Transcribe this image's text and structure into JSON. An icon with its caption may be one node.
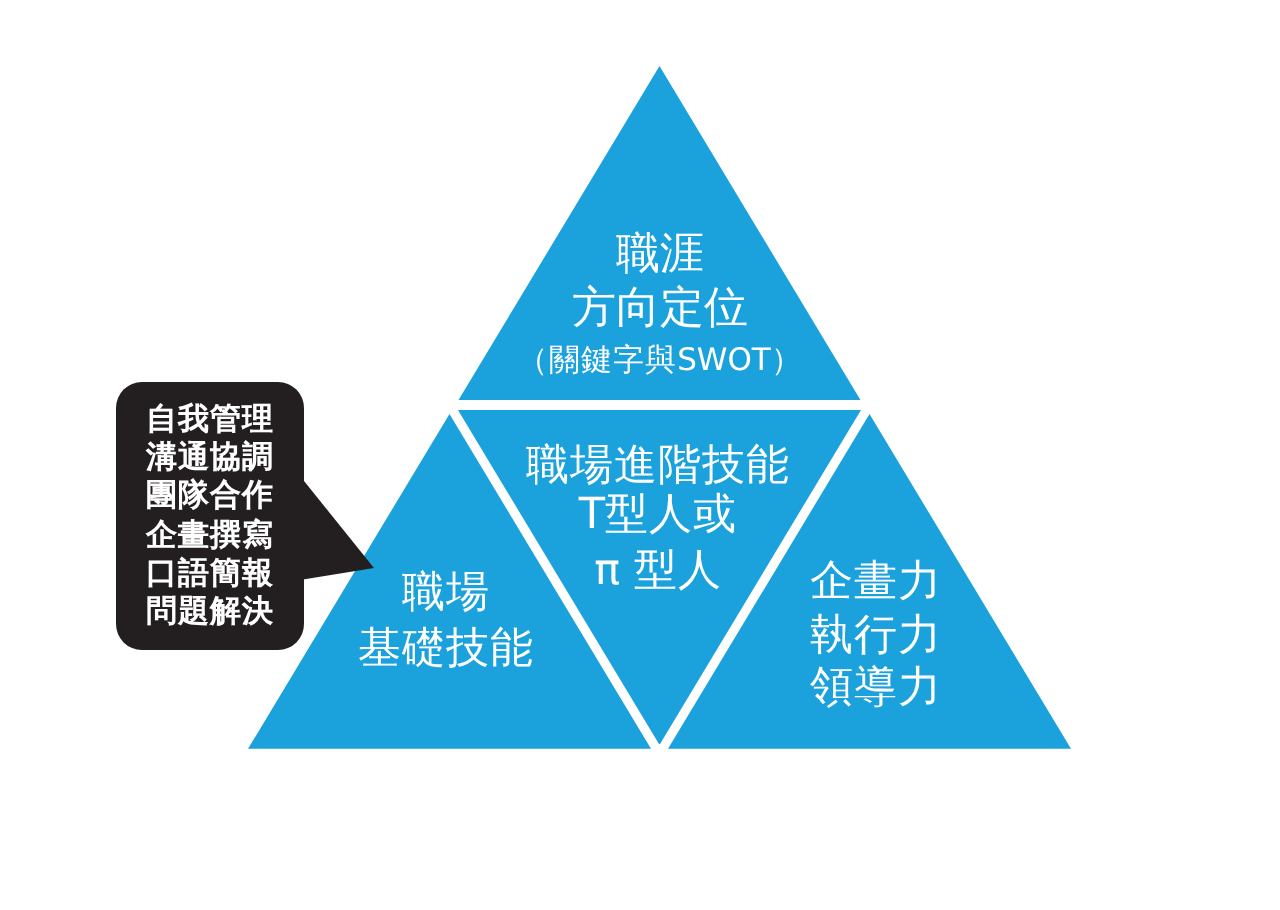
{
  "diagram": {
    "nodes": [
      {
        "text": [
          "職涯方向定位",
          "（關鍵字與SWOT）"
        ]
      },
      {
        "text": [
          "自我管理",
          "溝通協調",
          "團隊合作",
          "企畫撰寫",
          "口語簡報",
          "問題解決"
        ]
      },
      {
        "text": [
          "職場基礎技能"
        ]
      },
      {
        "text": [
          "職場進階技能",
          "T型人或π 型人"
        ]
      },
      {
        "text": [
          "企畫力",
          "執行力",
          "領導力"
        ]
      }
    ],
    "edges": [
      {
        "from": 1,
        "to": 2,
        "arrow": "to"
      }
    ]
  }
}
